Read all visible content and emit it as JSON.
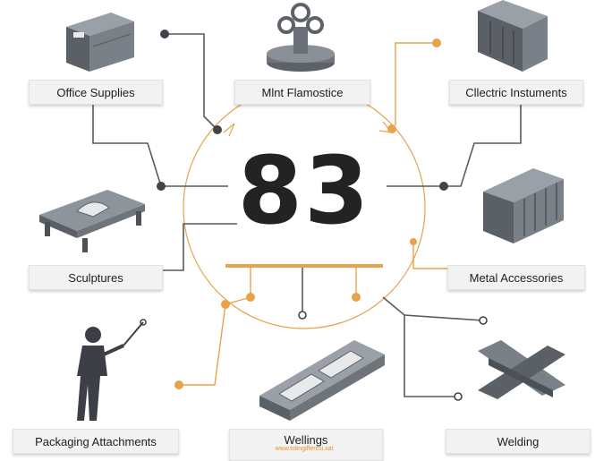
{
  "center": {
    "number": "83"
  },
  "labels": {
    "office_supplies": "Office Supplies",
    "mint_flamostice": "Mlnt Flamostice",
    "clectric_instuments": "Cllectric Instuments",
    "sculptures": "Sculptures",
    "metal_accessories": "Metal Accessories",
    "packaging_attachments": "Packaging Attachments",
    "wellings": "Wellings",
    "wellings_caption": "www.tolingiffercsi.xat",
    "welding": "Welding"
  },
  "colors": {
    "accent_orange": "#e8a24a",
    "connector_gray": "#555a62",
    "icon_gray": "#6f747b",
    "text": "#1d1d1d"
  },
  "icons": [
    "filing-cabinet-icon",
    "trophy-sculpture-icon",
    "electric-instrument-icon",
    "workbench-icon",
    "metal-cabinet-icon",
    "person-pointer-icon",
    "welding-rail-icon",
    "metal-cross-icon"
  ]
}
